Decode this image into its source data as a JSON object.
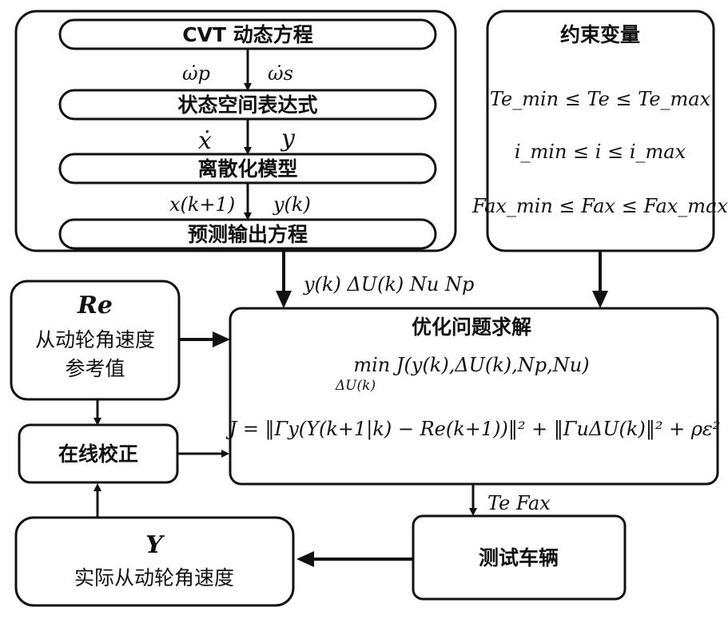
{
  "nodes": {
    "cvt_eq": "CVT 动态方程",
    "state_space": "状态空间表达式",
    "discrete": "离散化模型",
    "predict_out": "预测输出方程",
    "constraints_title": "约束变量",
    "re_symbol": "Re",
    "re_line1": "从动轮角速度",
    "re_line2": "参考值",
    "optimize_title": "优化问题求解",
    "online_corr": "在线校正",
    "test_vehicle": "测试车辆",
    "y_symbol": "Y",
    "y_label": "实际从动轮角速度"
  },
  "labels": {
    "omega_p": "ω̇p",
    "omega_s": "ω̇s",
    "x_dot": "ẋ",
    "y": "y",
    "x_k1": "x(k+1)",
    "y_k": "y(k)",
    "pred_vars": "y(k) ΔU(k) Nu Np",
    "te_fax": "Te Fax"
  },
  "constraints": [
    "Te_min ≤ Te ≤ Te_max",
    "i_min ≤ i ≤ i_max",
    "Fax_min ≤ Fax ≤ Fax_max"
  ],
  "equations": {
    "min_expr": "min J(y(k),ΔU(k),Np,Nu)",
    "min_sub": "ΔU(k)",
    "cost": "J = ‖Γy(Y(k+1|k) − Re(k+1))‖² + ‖ΓuΔU(k)‖² + ρε²"
  }
}
